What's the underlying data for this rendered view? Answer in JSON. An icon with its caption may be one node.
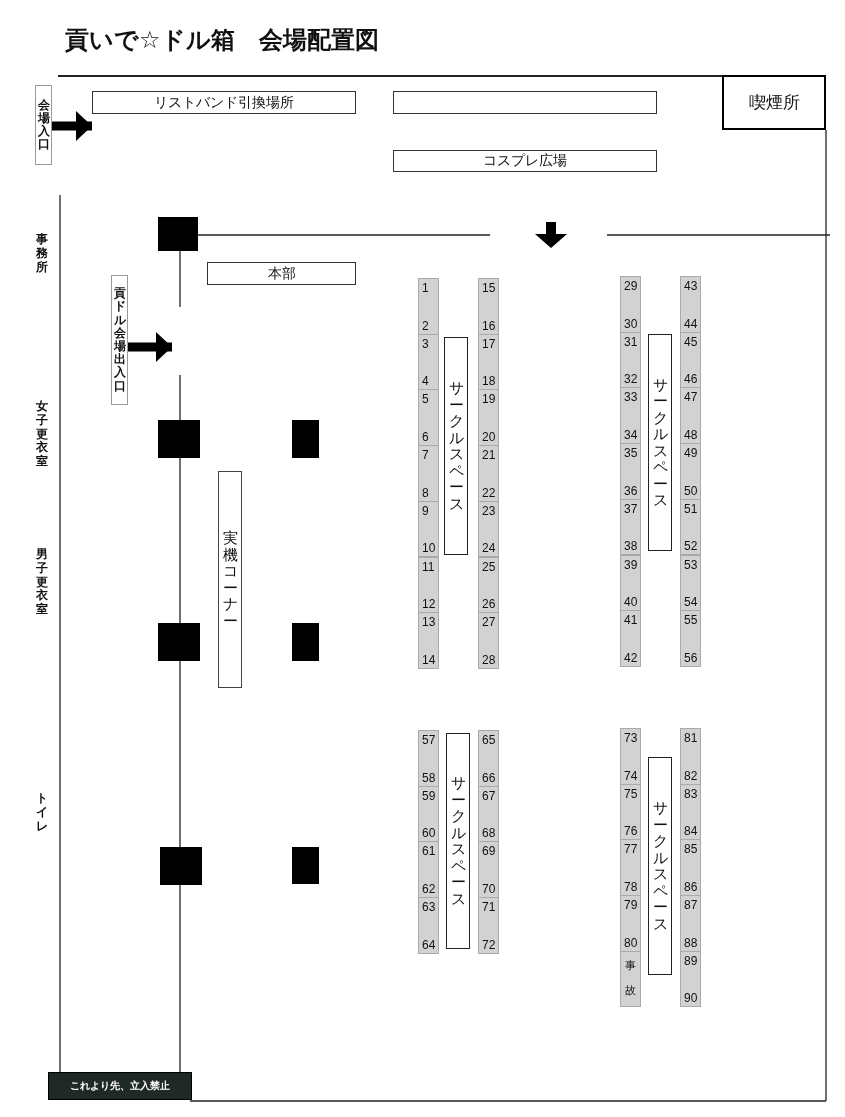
{
  "diagram": {
    "title": "貢いで☆ドル箱　会場配置図",
    "nodes": [
      {
        "text": [
          "会場入口"
        ]
      },
      {
        "text": [
          "リストバンド引換場所"
        ]
      },
      {
        "text": [],
        "shape": "box"
      },
      {
        "text": [
          "喫煙所"
        ]
      },
      {
        "text": [
          "コスプレ広場"
        ]
      },
      {
        "text": [
          "本部"
        ]
      },
      {
        "text": [
          "貢ドル会場出入口"
        ]
      },
      {
        "text": [
          "実機コーナー"
        ]
      },
      {
        "text": [
          "これより先、立入禁止"
        ]
      },
      {
        "text": [
          "1",
          "2"
        ]
      },
      {
        "text": [
          "3",
          "4"
        ]
      },
      {
        "text": [
          "5",
          "6"
        ]
      },
      {
        "text": [
          "7",
          "8"
        ]
      },
      {
        "text": [
          "9",
          "10"
        ]
      },
      {
        "text": [
          "11",
          "12"
        ]
      },
      {
        "text": [
          "13",
          "14"
        ]
      },
      {
        "text": [
          "サークルスペース"
        ]
      },
      {
        "text": [
          "15",
          "16"
        ]
      },
      {
        "text": [
          "17",
          "18"
        ]
      },
      {
        "text": [
          "19",
          "20"
        ]
      },
      {
        "text": [
          "21",
          "22"
        ]
      },
      {
        "text": [
          "23",
          "24"
        ]
      },
      {
        "text": [
          "25",
          "26"
        ]
      },
      {
        "text": [
          "27",
          "28"
        ]
      },
      {
        "text": [
          "29",
          "30"
        ]
      },
      {
        "text": [
          "31",
          "32"
        ]
      },
      {
        "text": [
          "33",
          "34"
        ]
      },
      {
        "text": [
          "35",
          "36"
        ]
      },
      {
        "text": [
          "37",
          "38"
        ]
      },
      {
        "text": [
          "39",
          "40"
        ]
      },
      {
        "text": [
          "41",
          "42"
        ]
      },
      {
        "text": [
          "サークルスペース"
        ]
      },
      {
        "text": [
          "43",
          "44"
        ]
      },
      {
        "text": [
          "45",
          "46"
        ]
      },
      {
        "text": [
          "47",
          "48"
        ]
      },
      {
        "text": [
          "49",
          "50"
        ]
      },
      {
        "text": [
          "51",
          "52"
        ]
      },
      {
        "text": [
          "53",
          "54"
        ]
      },
      {
        "text": [
          "55",
          "56"
        ]
      },
      {
        "text": [
          "57",
          "58"
        ]
      },
      {
        "text": [
          "59",
          "60"
        ]
      },
      {
        "text": [
          "61",
          "62"
        ]
      },
      {
        "text": [
          "63",
          "64"
        ]
      },
      {
        "text": [
          "サークルスペース"
        ]
      },
      {
        "text": [
          "65",
          "66"
        ]
      },
      {
        "text": [
          "67",
          "68"
        ]
      },
      {
        "text": [
          "69",
          "70"
        ]
      },
      {
        "text": [
          "71",
          "72"
        ]
      },
      {
        "text": [
          "73",
          "74"
        ]
      },
      {
        "text": [
          "75",
          "76"
        ]
      },
      {
        "text": [
          "77",
          "78"
        ]
      },
      {
        "text": [
          "79",
          "80"
        ]
      },
      {
        "text": [
          "事故"
        ]
      },
      {
        "text": [
          "サークルスペース"
        ]
      },
      {
        "text": [
          "81",
          "82"
        ]
      },
      {
        "text": [
          "83",
          "84"
        ]
      },
      {
        "text": [
          "85",
          "86"
        ]
      },
      {
        "text": [
          "87",
          "88"
        ]
      },
      {
        "text": [
          "89",
          "90"
        ]
      }
    ],
    "edges": [
      {
        "from": 0,
        "to": null,
        "arrow": "to"
      },
      {
        "from": 6,
        "to": null,
        "arrow": "to"
      }
    ],
    "labels": [
      "事務所",
      "女子更衣室",
      "男子更衣室",
      "トイレ"
    ]
  }
}
